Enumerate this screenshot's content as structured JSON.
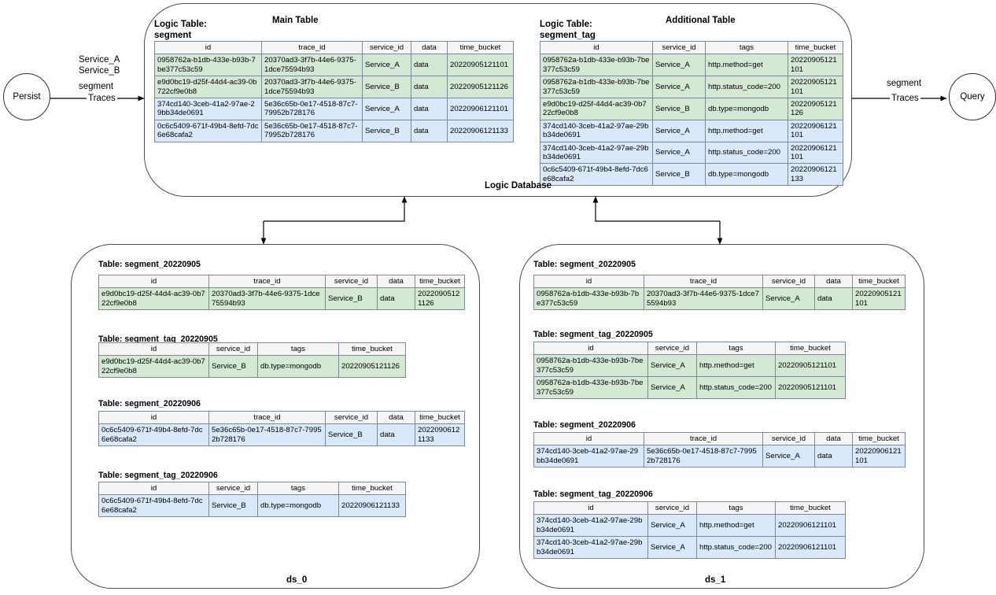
{
  "diagram": {
    "left_node": "Persist",
    "right_node": "Query",
    "left_edge": {
      "line1": "Service_A",
      "line2": "Service_B",
      "line3": "segment",
      "line4": "Traces"
    },
    "right_edge": {
      "line1": "segment",
      "line2": "Traces"
    },
    "logic_database_label": "Logic Database",
    "ds0_label": "ds_0",
    "ds1_label": "ds_1"
  },
  "main_table": {
    "title": "Main Table",
    "logic_label_line1": "Logic Table:",
    "logic_label_line2": "segment",
    "columns": [
      "id",
      "trace_id",
      "service_id",
      "data",
      "time_bucket"
    ],
    "rows": [
      {
        "tone": "green",
        "cells": [
          "0958762a-b1db-433e-b93b-7be377c53c59",
          "20370ad3-3f7b-44e6-9375-1dce75594b93",
          "Service_A",
          "data",
          "20220905121101"
        ]
      },
      {
        "tone": "green",
        "cells": [
          "e9d0bc19-d25f-44d4-ac39-0b722cf9e0b8",
          "20370ad3-3f7b-44e6-9375-1dce75594b93",
          "Service_B",
          "data",
          "20220905121126"
        ]
      },
      {
        "tone": "blue",
        "cells": [
          "374cd140-3ceb-41a2-97ae-29bb34de0691",
          "5e36c65b-0e17-4518-87c7-79952b728176",
          "Service_A",
          "data",
          "20220906121101"
        ]
      },
      {
        "tone": "blue",
        "cells": [
          "0c6c5409-671f-49b4-8efd-7dc6e68cafa2",
          "5e36c65b-0e17-4518-87c7-79952b728176",
          "Service_B",
          "data",
          "20220906121133"
        ]
      }
    ]
  },
  "additional_table": {
    "title": "Additional  Table",
    "logic_label_line1": "Logic Table:",
    "logic_label_line2": "segment_tag",
    "columns": [
      "id",
      "service_id",
      "tags",
      "time_bucket"
    ],
    "rows": [
      {
        "tone": "green",
        "cells": [
          "0958762a-b1db-433e-b93b-7be377c53c59",
          "Service_A",
          "http.method=get",
          "20220905121101"
        ]
      },
      {
        "tone": "green",
        "cells": [
          "0958762a-b1db-433e-b93b-7be377c53c59",
          "Service_A",
          "http.status_code=200",
          "20220905121101"
        ]
      },
      {
        "tone": "green",
        "cells": [
          "e9d0bc19-d25f-44d4-ac39-0b722cf9e0b8",
          "Service_B",
          "db.type=mongodb",
          "20220905121126"
        ]
      },
      {
        "tone": "blue",
        "cells": [
          "374cd140-3ceb-41a2-97ae-29bb34de0691",
          "Service_A",
          "http.method=get",
          "20220906121101"
        ]
      },
      {
        "tone": "blue",
        "cells": [
          "374cd140-3ceb-41a2-97ae-29bb34de0691",
          "Service_A",
          "http.status_code=200",
          "20220906121101"
        ]
      },
      {
        "tone": "blue",
        "cells": [
          "0c6c5409-671f-49b4-8efd-7dc6e68cafa2",
          "Service_B",
          "db.type=mongodb",
          "20220906121133"
        ]
      }
    ]
  },
  "ds0": {
    "tables": [
      {
        "caption": "Table: segment_20220905",
        "columns": [
          "id",
          "trace_id",
          "service_id",
          "data",
          "time_bucket"
        ],
        "rows": [
          {
            "tone": "green",
            "cells": [
              "e9d0bc19-d25f-44d4-ac39-0b722cf9e0b8",
              "20370ad3-3f7b-44e6-9375-1dce75594b93",
              "Service_B",
              "data",
              "20220905121126"
            ]
          }
        ]
      },
      {
        "caption": "Table: segment_tag_20220905",
        "columns": [
          "id",
          "service_id",
          "tags",
          "time_bucket"
        ],
        "rows": [
          {
            "tone": "green",
            "cells": [
              "e9d0bc19-d25f-44d4-ac39-0b722cf9e0b8",
              "Service_B",
              "db.type=mongodb",
              "20220905121126"
            ]
          }
        ]
      },
      {
        "caption": "Table: segment_20220906",
        "columns": [
          "id",
          "trace_id",
          "service_id",
          "data",
          "time_bucket"
        ],
        "rows": [
          {
            "tone": "blue",
            "cells": [
              "0c6c5409-671f-49b4-8efd-7dc6e68cafa2",
              "5e36c65b-0e17-4518-87c7-79952b728176",
              "Service_B",
              "data",
              "20220906121133"
            ]
          }
        ]
      },
      {
        "caption": "Table: segment_tag_20220906",
        "columns": [
          "id",
          "service_id",
          "tags",
          "time_bucket"
        ],
        "rows": [
          {
            "tone": "blue",
            "cells": [
              "0c6c5409-671f-49b4-8efd-7dc6e68cafa2",
              "Service_B",
              "db.type=mongodb",
              "20220906121133"
            ]
          }
        ]
      }
    ]
  },
  "ds1": {
    "tables": [
      {
        "caption": "Table: segment_20220905",
        "columns": [
          "id",
          "trace_id",
          "service_id",
          "data",
          "time_bucket"
        ],
        "rows": [
          {
            "tone": "green",
            "cells": [
              "0958762a-b1db-433e-b93b-7be377c53c59",
              "20370ad3-3f7b-44e6-9375-1dce75594b93",
              "Service_A",
              "data",
              "20220905121101"
            ]
          }
        ]
      },
      {
        "caption": "Table: segment_tag_20220905",
        "columns": [
          "id",
          "service_id",
          "tags",
          "time_bucket"
        ],
        "rows": [
          {
            "tone": "green",
            "cells": [
              "0958762a-b1db-433e-b93b-7be377c53c59",
              "Service_A",
              "http.method=get",
              "20220905121101"
            ]
          },
          {
            "tone": "green",
            "cells": [
              "0958762a-b1db-433e-b93b-7be377c53c59",
              "Service_A",
              "http.status_code=200",
              "20220905121101"
            ]
          }
        ]
      },
      {
        "caption": "Table: segment_20220906",
        "columns": [
          "id",
          "trace_id",
          "service_id",
          "data",
          "time_bucket"
        ],
        "rows": [
          {
            "tone": "blue",
            "cells": [
              "374cd140-3ceb-41a2-97ae-29bb34de0691",
              "5e36c65b-0e17-4518-87c7-79952b728176",
              "Service_A",
              "data",
              "20220906121101"
            ]
          }
        ]
      },
      {
        "caption": "Table: segment_tag_20220906",
        "columns": [
          "id",
          "service_id",
          "tags",
          "time_bucket"
        ],
        "rows": [
          {
            "tone": "blue",
            "cells": [
              "374cd140-3ceb-41a2-97ae-29bb34de0691",
              "Service_A",
              "http.method=get",
              "20220906121101"
            ]
          },
          {
            "tone": "blue",
            "cells": [
              "374cd140-3ceb-41a2-97ae-29bb34de0691",
              "Service_A",
              "http.status_code=200",
              "20220906121101"
            ]
          }
        ]
      }
    ]
  },
  "colors": {
    "green_row": "#d5e8d4",
    "blue_row": "#dae8fc",
    "header_row": "#f5f5f5",
    "border": "#7d8a93",
    "panel_border": "#4d4d4d"
  }
}
